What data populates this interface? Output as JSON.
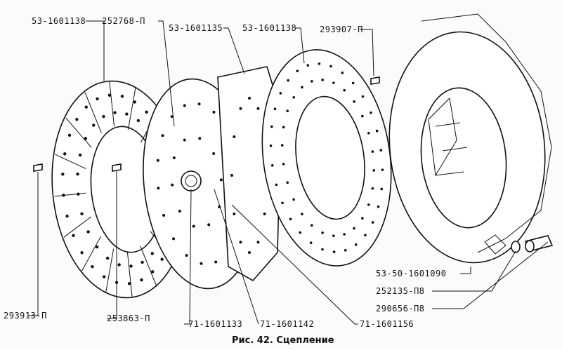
{
  "caption": "Рис. 42. Сцепление",
  "labels": {
    "l1": "53-1601138",
    "l2": "252768-П",
    "l3": "53-1601135",
    "l4": "53-1601138",
    "l5": "293907-П",
    "l6": "293913-П",
    "l7": "253863-П",
    "l8": "71-1601133",
    "l9": "71-1601142",
    "l10": "71-1601156",
    "l11": "53-50-1601090",
    "l12": "252135-П8",
    "l13": "290656-П8"
  }
}
